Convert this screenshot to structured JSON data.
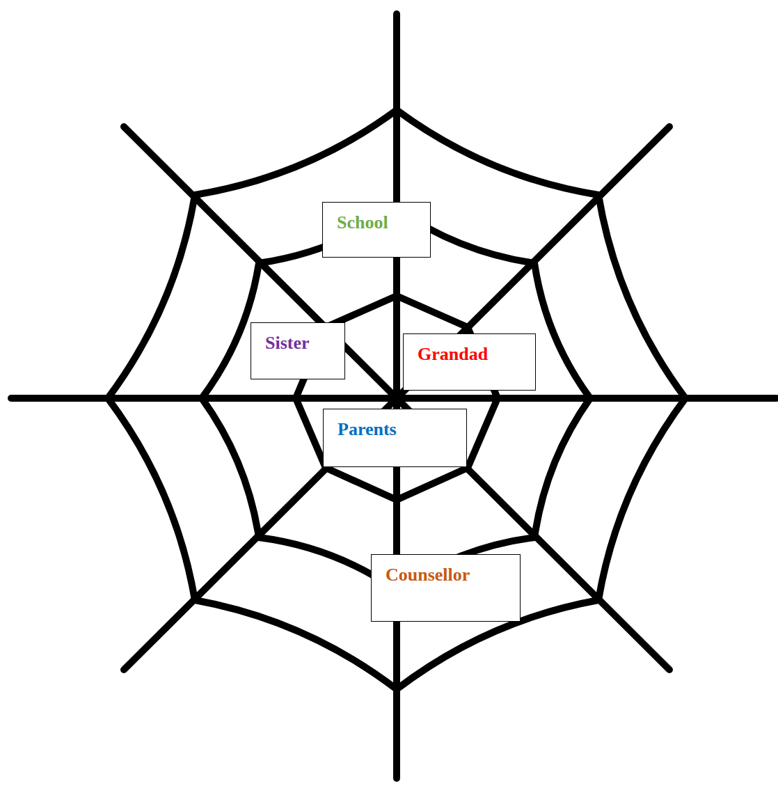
{
  "diagram": {
    "nodes": [
      {
        "text": [
          "School"
        ]
      },
      {
        "text": [
          "Sister"
        ]
      },
      {
        "text": [
          "Grandad"
        ]
      },
      {
        "text": [
          "Parents"
        ]
      },
      {
        "text": [
          "Counsellor"
        ]
      }
    ]
  }
}
